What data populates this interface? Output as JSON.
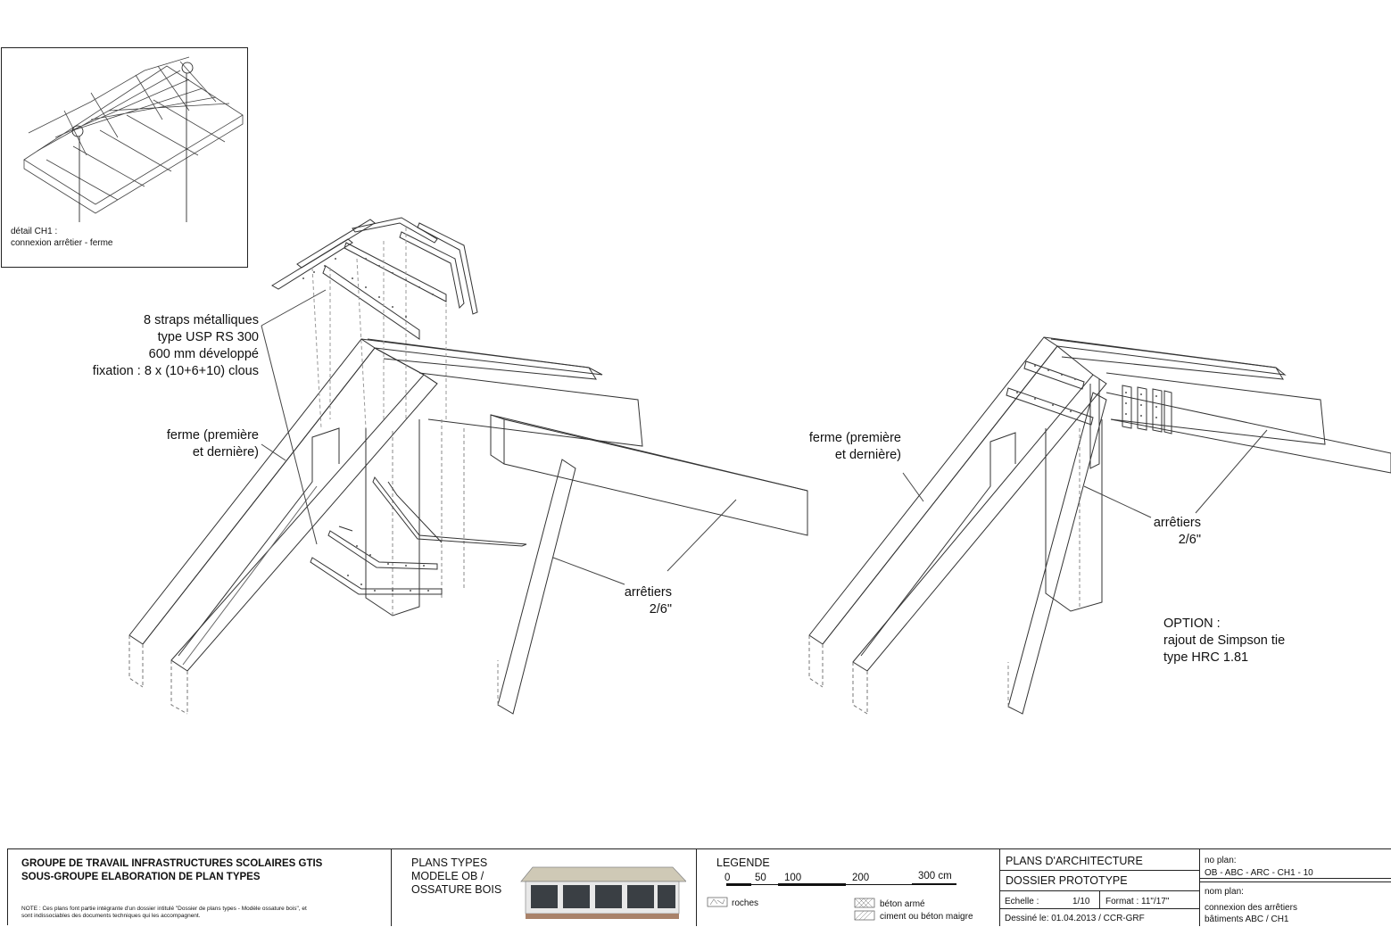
{
  "inset": {
    "caption_line1": "détail CH1 :",
    "caption_line2": "connexion arrêtier - ferme"
  },
  "left_detail": {
    "straps_label": "8 straps métalliques\ntype USP RS 300\n600 mm développé\nfixation : 8 x (10+6+10) clous",
    "ferme_label": "ferme (première\net dernière)",
    "arretiers_label": "arrêtiers\n2/6\""
  },
  "right_detail": {
    "ferme_label": "ferme (première\net dernière)",
    "arretiers_label": "arrêtiers\n2/6\"",
    "option_label": "OPTION :\nrajout de Simpson tie\ntype HRC 1.81"
  },
  "title_block": {
    "group_line1": "GROUPE DE TRAVAIL INFRASTRUCTURES SCOLAIRES GTIS",
    "group_line2": "SOUS-GROUPE ELABORATION DE PLAN TYPES",
    "note": "NOTE : Ces plans font partie intégrante d'un dossier intitulé \"Dossier de plans types - Modèle ossature bois\", et sont indissociables des documents techniques qui les accompagnent.",
    "plans_types": "PLANS TYPES\nMODELE OB /\nOSSATURE BOIS",
    "legende": "LEGENDE",
    "scale_ticks": [
      "0",
      "50",
      "100",
      "200",
      "300 cm"
    ],
    "legend_roches": "roches",
    "legend_beton_arme": "béton armé",
    "legend_ciment": "ciment ou béton maigre",
    "plans_architecture": "PLANS D'ARCHITECTURE",
    "dossier_prototype": "DOSSIER PROTOTYPE",
    "echelle_label": "Echelle :",
    "echelle_value": "1/10",
    "format": "Format : 11\"/17\"",
    "dessine": "Dessiné le: 01.04.2013 / CCR-GRF",
    "no_plan_label": "no plan:",
    "no_plan_value": "OB - ABC - ARC - CH1 - 10",
    "nom_plan_label": "nom plan:",
    "nom_plan_value": "connexion des arrêtiers\nbâtiments ABC / CH1"
  }
}
